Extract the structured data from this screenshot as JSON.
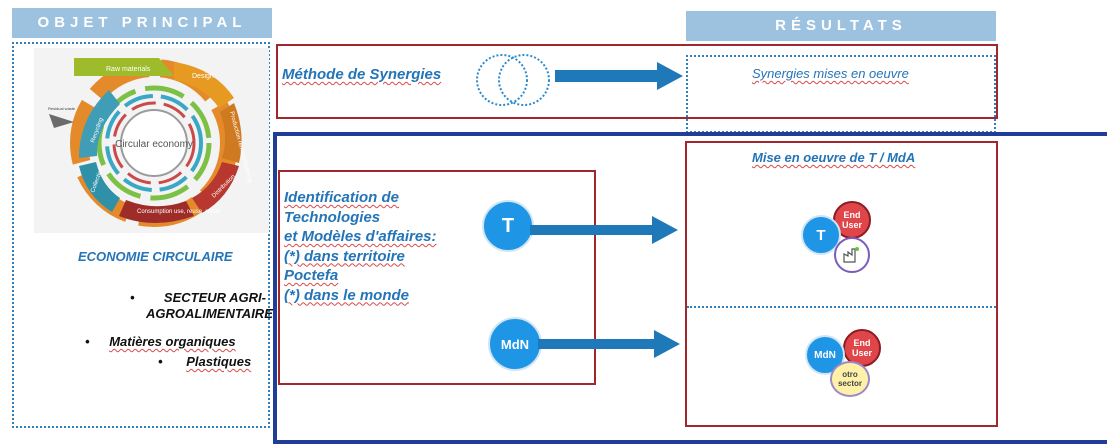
{
  "left": {
    "header": "OBJET PRINCIPAL",
    "circular": {
      "center": "Circular economy",
      "segments": [
        "Raw materials",
        "Design",
        "Production remanufacturing",
        "Distribution",
        "Consumption use, reuse, repair",
        "Collection",
        "Recycling",
        "Residual waste"
      ]
    },
    "title": "ECONOMIE CIRCULAIRE",
    "bullets": [
      "SECTEUR AGRI-AGROALIMENTAIRE",
      "Matières organiques",
      "Plastiques"
    ]
  },
  "right_header": "RÉSULTATS",
  "synergies": {
    "method": "Méthode de Synergies",
    "result": "Synergies mises en oeuvre"
  },
  "identification": {
    "lines": [
      "Identification de",
      "Technologies",
      "et Modèles d'affaires:",
      "(*) dans territoire",
      "Poctefa",
      "(*) dans le monde"
    ]
  },
  "nodes": {
    "t": "T",
    "mdn": "MdN",
    "end_user": "End User",
    "otro_sector": "otro sector"
  },
  "results_box": {
    "title": "Mise en oeuvre de T / MdA"
  },
  "colors": {
    "header_bg": "#9cc2e0",
    "text_blue": "#2474b8",
    "arrow": "#1f78b8",
    "red_border": "#a0272d",
    "navy": "#1f3d99",
    "circle_blue": "#1f95e6",
    "end_user_red": "#e0454a",
    "otro_yellow": "#fff2a8"
  }
}
